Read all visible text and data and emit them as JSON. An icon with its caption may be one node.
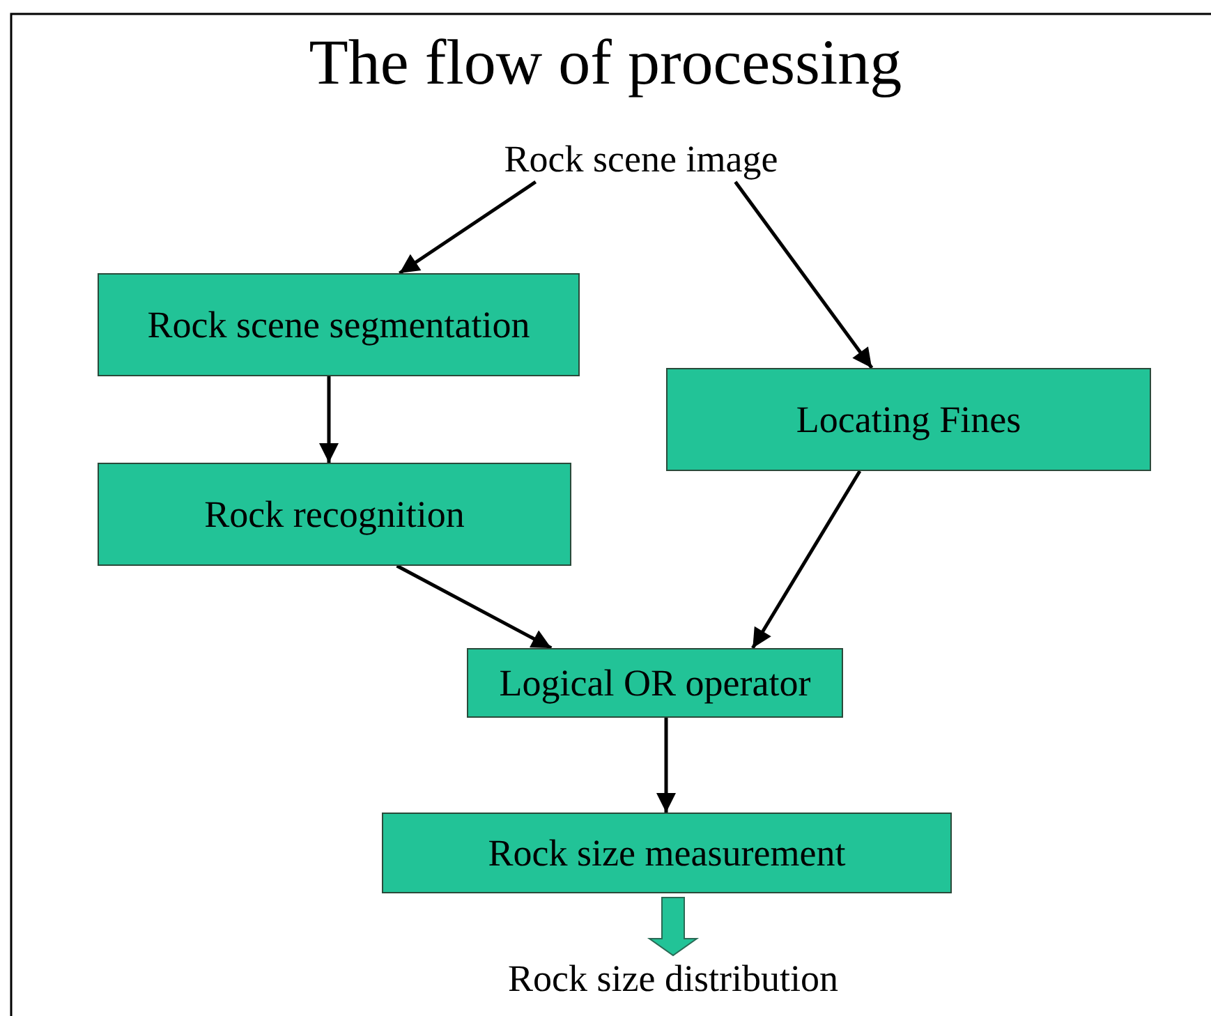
{
  "diagram": {
    "title": "The flow of processing",
    "nodes": [
      {
        "text": [
          "Rock scene image"
        ]
      },
      {
        "text": [
          "Rock scene segmentation"
        ]
      },
      {
        "text": [
          "Locating Fines"
        ]
      },
      {
        "text": [
          "Rock recognition"
        ]
      },
      {
        "text": [
          "Logical OR operator"
        ]
      },
      {
        "text": [
          "Rock size measurement"
        ]
      },
      {
        "text": [
          "Rock size distribution"
        ]
      }
    ],
    "edges": [
      {
        "from": 0,
        "to": 1,
        "arrow": "to"
      },
      {
        "from": 0,
        "to": 2,
        "arrow": "to"
      },
      {
        "from": 1,
        "to": 3,
        "arrow": "to"
      },
      {
        "from": 3,
        "to": 4,
        "arrow": "to"
      },
      {
        "from": 2,
        "to": 4,
        "arrow": "to"
      },
      {
        "from": 4,
        "to": 5,
        "arrow": "to"
      },
      {
        "from": 5,
        "to": 6,
        "arrow": "to",
        "style": "thick",
        "color": "#22c397"
      }
    ]
  }
}
